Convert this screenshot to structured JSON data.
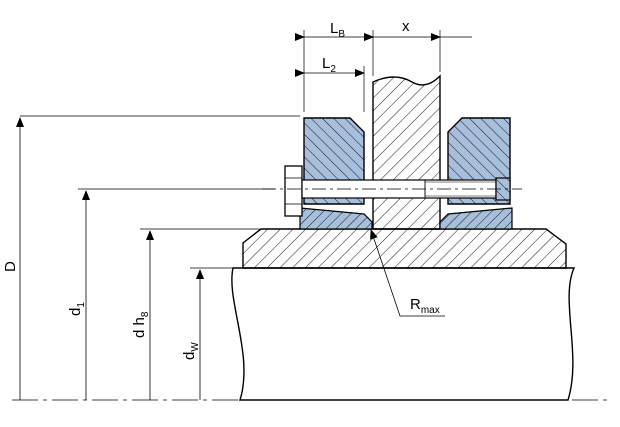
{
  "diagram": {
    "labels": {
      "lb": {
        "main": "L",
        "sub": "B"
      },
      "l2": {
        "main": "L",
        "sub": "2"
      },
      "x": {
        "main": "x"
      },
      "D": {
        "main": "D"
      },
      "d1": {
        "main": "d",
        "sub": "1"
      },
      "dh8": {
        "main": "d h",
        "sub": "8"
      },
      "dw": {
        "main": "d",
        "sub": "W"
      },
      "rmax": {
        "main": "R",
        "sub": "max"
      }
    },
    "colors": {
      "ring_fill": "#a8bfdc",
      "line": "#000000",
      "background": "#ffffff"
    }
  }
}
